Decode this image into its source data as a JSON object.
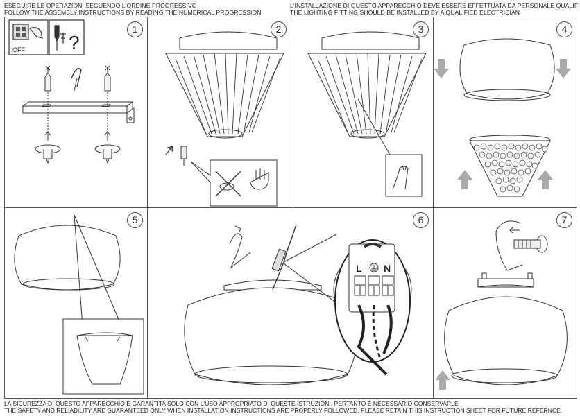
{
  "header": {
    "left_line1": "ESEGUIRE LE OPERAZIONI SEGUENDO L'ORDINE PROGRESSIVO",
    "left_line2": "FOLLOW THE ASSEMBLY INSTRUCTIONS BY READING THE NUMERICAL PROGRESSION",
    "right_line1": "L'INSTALLAZIONE DI QUESTO APPARECCHIO DEVE ESSERE EFFETTUATA DA PERSONALE QUALIFICATO",
    "right_line2": "THE LIGHTING FITTING SHOULD BE INSTALLED BY A QUALIFIED ELECTRICIAN"
  },
  "steps": [
    {
      "number": "1",
      "off_label": "OFF",
      "question": "?"
    },
    {
      "number": "2"
    },
    {
      "number": "3"
    },
    {
      "number": "4"
    },
    {
      "number": "5"
    },
    {
      "number": "6",
      "terminal_left": "L",
      "terminal_right": "N"
    },
    {
      "number": "7"
    }
  ],
  "footer": {
    "line1": "LA SICUREZZA DI QUESTO APPARECCHIO È GARANTITA SOLO CON L'USO APPROPRIATO DI QUESTE ISTRUZIONI, PERTANTO È NECESSARIO CONSERVARLE",
    "line2": "THE SAFETY AND RELIABILITY ARE GUARANTEED ONLY WHEN INSTALLATION INSTRUCTIONS ARE PROPERLY FOLLOWED. PLEASE RETAIN THIS INSTRUCTION SHEET FOR FUTURE REFERNCE."
  },
  "icons": [
    "switch-off-icon",
    "screwdriver-icon",
    "question-icon",
    "wall-plug-icon",
    "bracket-icon",
    "crossed-tool-icon",
    "glove-icon",
    "arrow-up-icon",
    "arrow-down-icon",
    "terminal-block-icon",
    "screw-icon"
  ]
}
